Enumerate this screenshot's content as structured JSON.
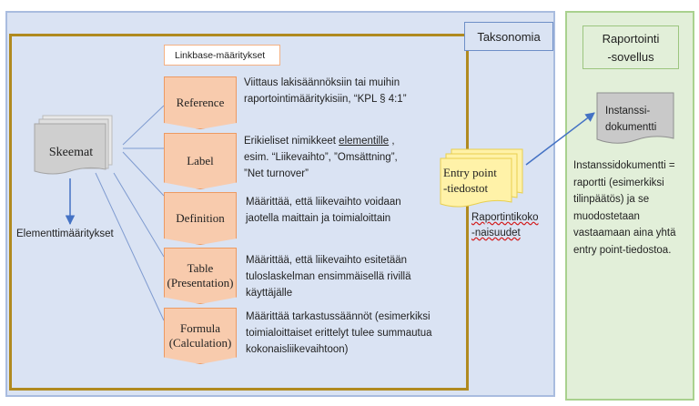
{
  "taxonomy": {
    "label": "Taksonomia"
  },
  "app": {
    "title_line1": "Raportointi",
    "title_line2": "-sovellus",
    "description": "Instanssidokumentti = raportti (esimerkiksi tilinpäätös) ja se muodostetaan vastaamaan aina yhtä entry point-tiedostoa."
  },
  "linkbase": {
    "header": "Linkbase-määritykset"
  },
  "skeemat": {
    "label": "Skeemat"
  },
  "elements": {
    "label": "Elementtimääritykset"
  },
  "items": [
    {
      "name_line1": "Reference",
      "name_line2": "",
      "desc": [
        "Viittaus lakisäännöksiin tai muihin",
        "raportointimääritykisiin, “KPL § 4:1”"
      ]
    },
    {
      "name_line1": "Label",
      "name_line2": "",
      "desc_pre": "Erikieliset nimikkeet ",
      "desc_link": "elementille",
      "desc_post": " ,",
      "desc": [
        "esim. “Liikevaihto”, ”Omsättning”,",
        "”Net turnover”"
      ]
    },
    {
      "name_line1": "Definition",
      "name_line2": "",
      "desc": [
        "Määrittää, että liikevaihto voidaan",
        "jaotella maittain ja toimialoittain"
      ]
    },
    {
      "name_line1": "Table",
      "name_line2": "(Presentation)",
      "desc": [
        "Määrittää, että liikevaihto esitetään",
        "tuloslaskelman ensimmäisellä rivillä",
        "käyttäjälle"
      ]
    },
    {
      "name_line1": "Formula",
      "name_line2": "(Calculation)",
      "desc": [
        "Määrittää tarkastussäännöt (esimerkiksi",
        "toimialoittaiset erittelyt tulee summautua",
        "kokonaisliikevaihtoon)"
      ]
    }
  ],
  "entry_point": {
    "line1": "Entry point",
    "line2": "-tiedostot"
  },
  "reporting": {
    "line1": "Raportintikoko",
    "line2": "-naisuudet"
  },
  "instance": {
    "line1": "Instanssi-",
    "line2": "dokumentti"
  },
  "colors": {
    "taxonomy_bg": "#dae3f3",
    "frame": "#b08a1f",
    "linkbase_fill": "#f8cbad",
    "entry_fill": "#fff2a8",
    "app_bg": "#e2efd9",
    "doc_fill": "#c9c9c9",
    "arrow": "#4472c4"
  }
}
